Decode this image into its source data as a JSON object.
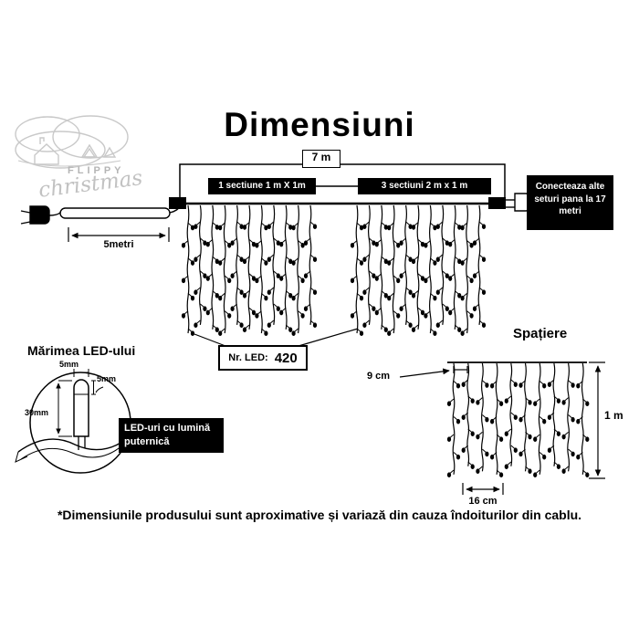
{
  "title": "Dimensiuni",
  "logo": {
    "brand_top": "FLIPPY",
    "brand_bottom": "christmas"
  },
  "diagram": {
    "total_width": "7 m",
    "section_left": "1 sectiune 1 m X 1m",
    "section_right": "3 sectiuni 2 m x 1 m",
    "connect_note": "Conecteaza alte seturi pana la 17 metri",
    "cord_length": "5metri",
    "led_count_label": "Nr. LED:",
    "led_count_value": "420"
  },
  "led_size": {
    "heading": "Mărimea LED-ului",
    "top_width": "5mm",
    "tip_height": "5mm",
    "body_length": "30mm",
    "note": "LED-uri cu lumină puternică"
  },
  "spacing": {
    "heading": "Spațiere",
    "gap_horizontal": "9 cm",
    "curtain_height": "1 m",
    "gap_bottom": "16 cm"
  },
  "footer_note": "*Dimensiunile produsului sunt aproximative și variază din cauza îndoiturilor din cablu."
}
